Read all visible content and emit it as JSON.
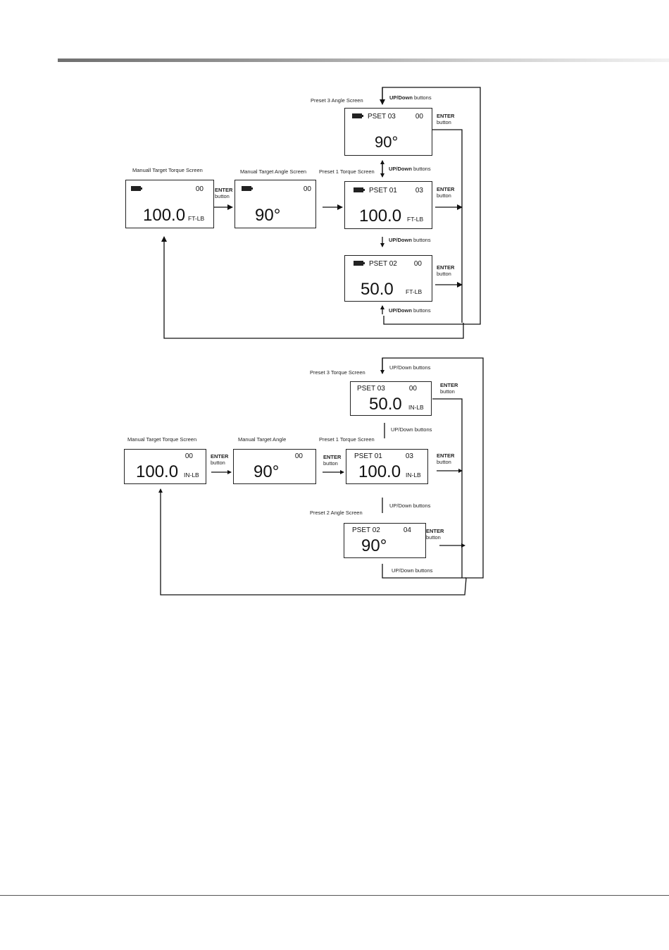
{
  "d1": {
    "title_manual_torque": "Manuall Target Torque Screen",
    "title_manual_angle": "Manual Target Angle Screen",
    "title_p1": "Preset 1 Torque Screen",
    "title_p3": "Preset 3 Angle Screen",
    "manual_torque": {
      "count": "00",
      "value": "100.0",
      "unit": "FT-LB"
    },
    "manual_angle": {
      "count": "00",
      "value": "90°"
    },
    "p3": {
      "name": "PSET 03",
      "count": "00",
      "value": "90°"
    },
    "p1": {
      "name": "PSET 01",
      "count": "03",
      "value": "100.0",
      "unit": "FT-LB"
    },
    "p2": {
      "name": "PSET 02",
      "count": "00",
      "value": "50.0",
      "unit": "FT-LB"
    },
    "updown_bold": "UP/Down",
    "updown_rest": " buttons",
    "enter_bold": "ENTER",
    "enter_rest": "button"
  },
  "d2": {
    "title_manual_torque": "Manual Target Torque Screen",
    "title_manual_angle": "Manual Target Angle",
    "title_p1": "Preset 1 Torque Screen",
    "title_p3": "Preset 3 Torque Screen",
    "title_p2": "Preset 2 Angle Screen",
    "manual_torque": {
      "count": "00",
      "value": "100.0",
      "unit": "IN-LB"
    },
    "manual_angle": {
      "count": "00",
      "value": "90°"
    },
    "p3": {
      "name": "PSET 03",
      "count": "00",
      "value": "50.0",
      "unit": "IN-LB"
    },
    "p1": {
      "name": "PSET 01",
      "count": "03",
      "value": "100.0",
      "unit": "IN-LB"
    },
    "p2": {
      "name": "PSET 02",
      "count": "04",
      "value": "90°"
    },
    "updown": "UP/Down buttons",
    "enter_bold": "ENTER",
    "enter_rest": "button"
  }
}
